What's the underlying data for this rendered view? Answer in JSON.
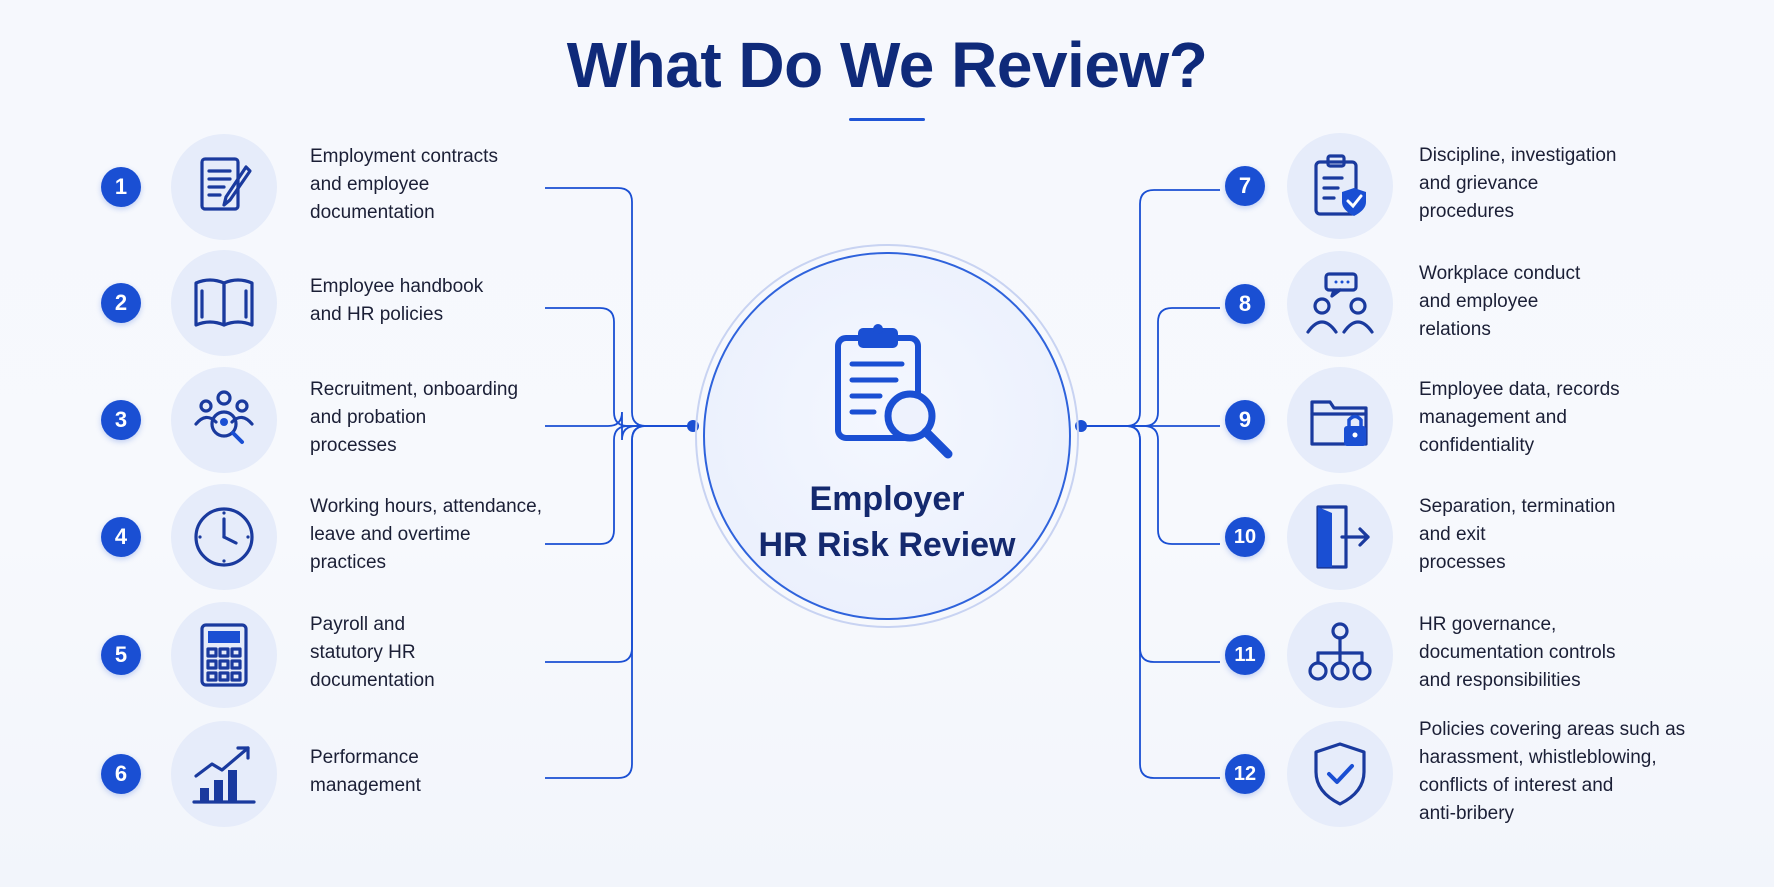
{
  "title": "What Do We Review?",
  "center": {
    "line1": "Employer",
    "line2": "HR Risk Review",
    "icon": "clipboard-search-icon"
  },
  "colors": {
    "primary": "#1a4fd3",
    "title": "#0f2a7a",
    "icon_bg": "#e6ecfa",
    "text": "#1b1f36"
  },
  "items_left": [
    {
      "number": "1",
      "icon": "contract-pen-icon",
      "lines": [
        "Employment contracts",
        "and employee",
        "documentation"
      ]
    },
    {
      "number": "2",
      "icon": "open-book-icon",
      "lines": [
        "Employee handbook",
        "and HR policies"
      ]
    },
    {
      "number": "3",
      "icon": "people-search-icon",
      "lines": [
        "Recruitment, onboarding",
        "and probation",
        "processes"
      ]
    },
    {
      "number": "4",
      "icon": "clock-icon",
      "lines": [
        "Working hours, attendance,",
        "leave and overtime",
        "practices"
      ]
    },
    {
      "number": "5",
      "icon": "calculator-icon",
      "lines": [
        "Payroll and",
        "statutory HR",
        "documentation"
      ]
    },
    {
      "number": "6",
      "icon": "growth-chart-icon",
      "lines": [
        "Performance",
        "management"
      ]
    }
  ],
  "items_right": [
    {
      "number": "7",
      "icon": "clipboard-shield-icon",
      "lines": [
        "Discipline, investigation",
        "and grievance",
        "procedures"
      ]
    },
    {
      "number": "8",
      "icon": "people-conversation-icon",
      "lines": [
        "Workplace conduct",
        "and employee",
        "relations"
      ]
    },
    {
      "number": "9",
      "icon": "locked-folder-icon",
      "lines": [
        "Employee data, records",
        "management and",
        "confidentiality"
      ]
    },
    {
      "number": "10",
      "icon": "exit-door-icon",
      "lines": [
        "Separation, termination",
        "and exit",
        "processes"
      ]
    },
    {
      "number": "11",
      "icon": "org-hierarchy-icon",
      "lines": [
        "HR governance,",
        "documentation controls",
        "and responsibilities"
      ]
    },
    {
      "number": "12",
      "icon": "shield-check-icon",
      "lines": [
        "Policies covering areas such as",
        "harassment, whistleblowing,",
        "conflicts of interest and",
        "anti-bribery"
      ]
    }
  ]
}
